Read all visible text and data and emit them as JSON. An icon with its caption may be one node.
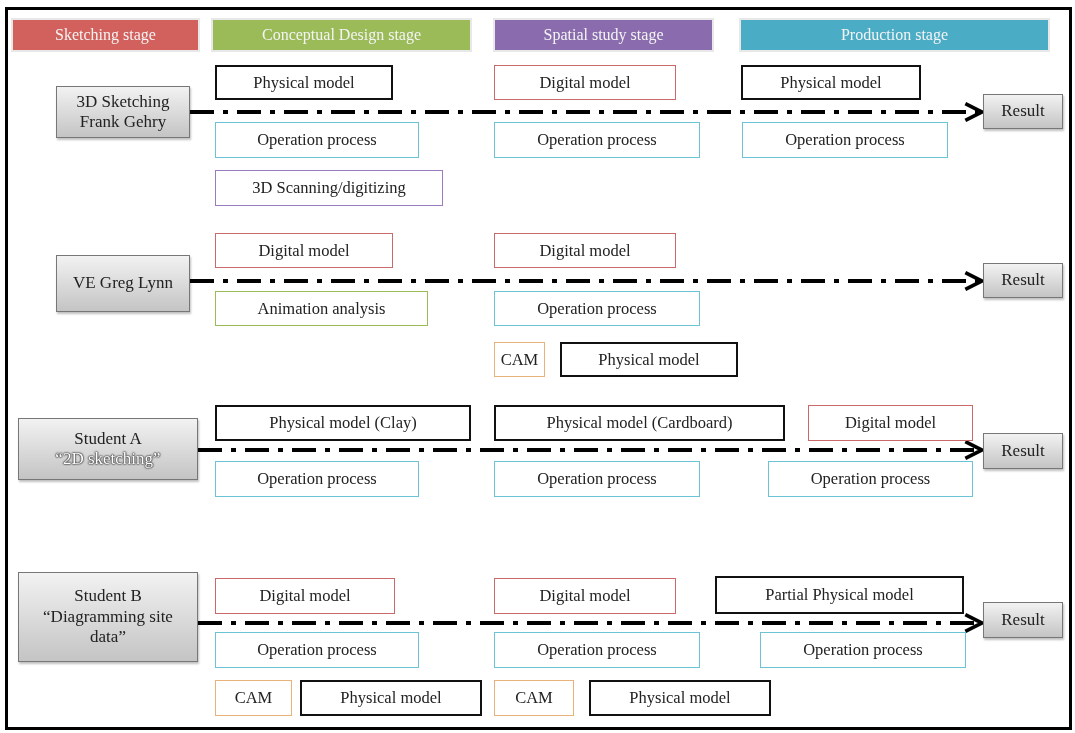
{
  "diagram": {
    "nodes": [
      {
        "text": [
          "Sketching stage"
        ]
      },
      {
        "text": [
          "Conceptual Design stage"
        ]
      },
      {
        "text": [
          "Spatial study stage"
        ]
      },
      {
        "text": [
          "Production stage"
        ]
      },
      {
        "text": [
          "3D Sketching Frank Gehry"
        ]
      },
      {
        "text": [
          "Physical model"
        ]
      },
      {
        "text": [
          "Digital model"
        ]
      },
      {
        "text": [
          "Physical model"
        ]
      },
      {
        "text": [
          "Result"
        ]
      },
      {
        "text": [
          "Operation process"
        ]
      },
      {
        "text": [
          "Operation process"
        ]
      },
      {
        "text": [
          "Operation process"
        ]
      },
      {
        "text": [
          "3D Scanning/digitizing"
        ]
      },
      {
        "text": [
          "VE Greg Lynn"
        ]
      },
      {
        "text": [
          "Digital model"
        ]
      },
      {
        "text": [
          "Digital model"
        ]
      },
      {
        "text": [
          "Result"
        ]
      },
      {
        "text": [
          "Animation analysis"
        ]
      },
      {
        "text": [
          "Operation process"
        ]
      },
      {
        "text": [
          "CAM"
        ]
      },
      {
        "text": [
          "Physical model"
        ]
      },
      {
        "text": [
          "Student A",
          "“2D sketching”"
        ]
      },
      {
        "text": [
          "Physical model (Clay)"
        ]
      },
      {
        "text": [
          "Physical model (Cardboard)"
        ]
      },
      {
        "text": [
          "Digital model"
        ]
      },
      {
        "text": [
          "Result"
        ]
      },
      {
        "text": [
          "Operation process"
        ]
      },
      {
        "text": [
          "Operation process"
        ]
      },
      {
        "text": [
          "Operation process"
        ]
      },
      {
        "text": [
          "Student B",
          "“Diagramming site data”"
        ]
      },
      {
        "text": [
          "Digital model"
        ]
      },
      {
        "text": [
          "Digital model"
        ]
      },
      {
        "text": [
          "Partial Physical model"
        ]
      },
      {
        "text": [
          "Result"
        ]
      },
      {
        "text": [
          "Operation process"
        ]
      },
      {
        "text": [
          "Operation process"
        ]
      },
      {
        "text": [
          "Operation process"
        ]
      },
      {
        "text": [
          "CAM"
        ]
      },
      {
        "text": [
          "Physical model"
        ]
      },
      {
        "text": [
          "CAM"
        ]
      },
      {
        "text": [
          "Physical model"
        ]
      }
    ],
    "edges": [
      {
        "from": 4,
        "to": 8,
        "arrow": "to",
        "style": "dashed"
      },
      {
        "from": 13,
        "to": 16,
        "arrow": "to",
        "style": "dashed"
      },
      {
        "from": 21,
        "to": 25,
        "arrow": "to",
        "style": "dashed"
      },
      {
        "from": 29,
        "to": 33,
        "arrow": "to",
        "style": "dashed"
      }
    ]
  }
}
